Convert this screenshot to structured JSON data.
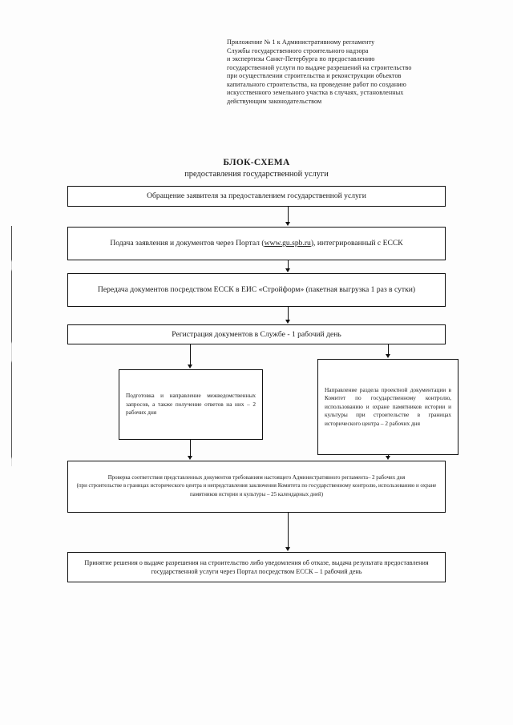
{
  "header": {
    "lines": [
      "Приложение № 1 к Административному регламенту",
      "Службы государственного строительного надзора",
      "и экспертизы Санкт-Петербурга по предоставлению",
      "государственной услуги по выдаче разрешений на строительство",
      "при осуществлении строительства и реконструкции объектов",
      "капитального строительства, на проведение работ по созданию",
      "искусственного земельного участка в случаях, установленных",
      "действующим законодательством"
    ]
  },
  "title": {
    "main": "БЛОК-СХЕМА",
    "sub": "предоставления государственной услуги"
  },
  "flow": {
    "appeal": "Обращение заявителя за предоставлением государственной услуги",
    "submission_before_link": "Подача заявления и документов через Портал (",
    "submission_link": "www.gu.spb.ru",
    "submission_after_link": "), интегрированный с ЕССК",
    "transfer": "Передача документов посредством ЕССК в ЕИС «Стройформ» (пакетная выгрузка 1 раз в сутки)",
    "registration": "Регистрация документов в Службе - 1 рабочий день",
    "interdepartmental": "Подготовка и направление межведомственных запросов, а также получение ответов на них – 2 рабочих дня",
    "committee": "Направление раздела проектной документации в Комитет по государственному контролю, использованию и охране памятников истории и культуры при строительстве в границах исторического центра – 2 рабочих дня",
    "compliance_line1": "Проверка соответствия представленных документов требованиям настоящего Административного регламента– 2 рабочих дня",
    "compliance_line2": "(при строительстве в границах исторического центра и непредставления заключения Комитета по государственному контролю, использованию и охране памятников истории и культуры – 25 календарных дней)",
    "decision": "Принятие решения о выдаче разрешения на строительство либо уведомления об отказе, выдача результата предоставления государственной услуги через Портал посредством ЕССК – 1 рабочий день"
  },
  "colors": {
    "ink": "#1a1a1a",
    "border": "#111111",
    "paper": "#fdfdfd"
  }
}
